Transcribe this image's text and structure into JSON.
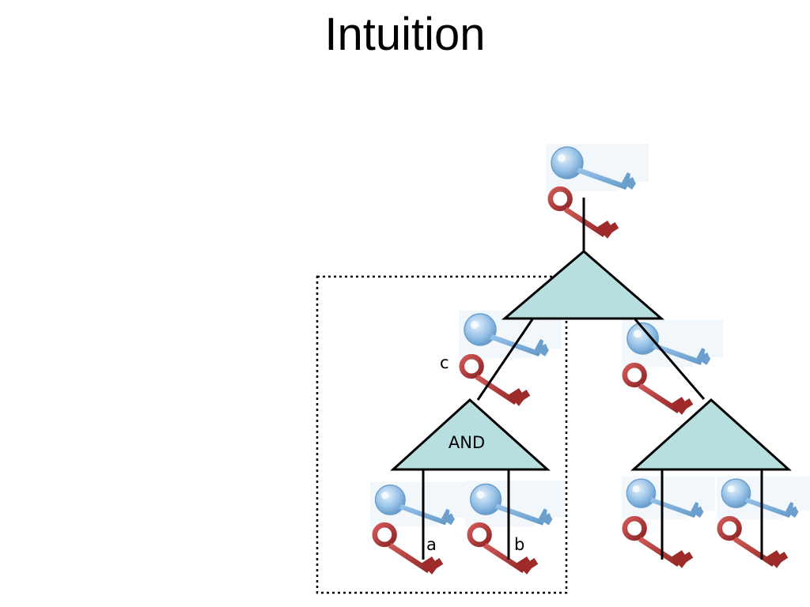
{
  "slide": {
    "title": "Intuition"
  },
  "diagram": {
    "gate_label": "AND",
    "edge_labels": {
      "c": "c",
      "a": "a",
      "b": "b"
    },
    "colors": {
      "gate_fill": "#b8dfe0",
      "blue_key": "#7fb2de",
      "red_key": "#b83a3a",
      "line": "#000000"
    },
    "icons": [
      "blue-key-icon",
      "red-key-icon"
    ]
  }
}
